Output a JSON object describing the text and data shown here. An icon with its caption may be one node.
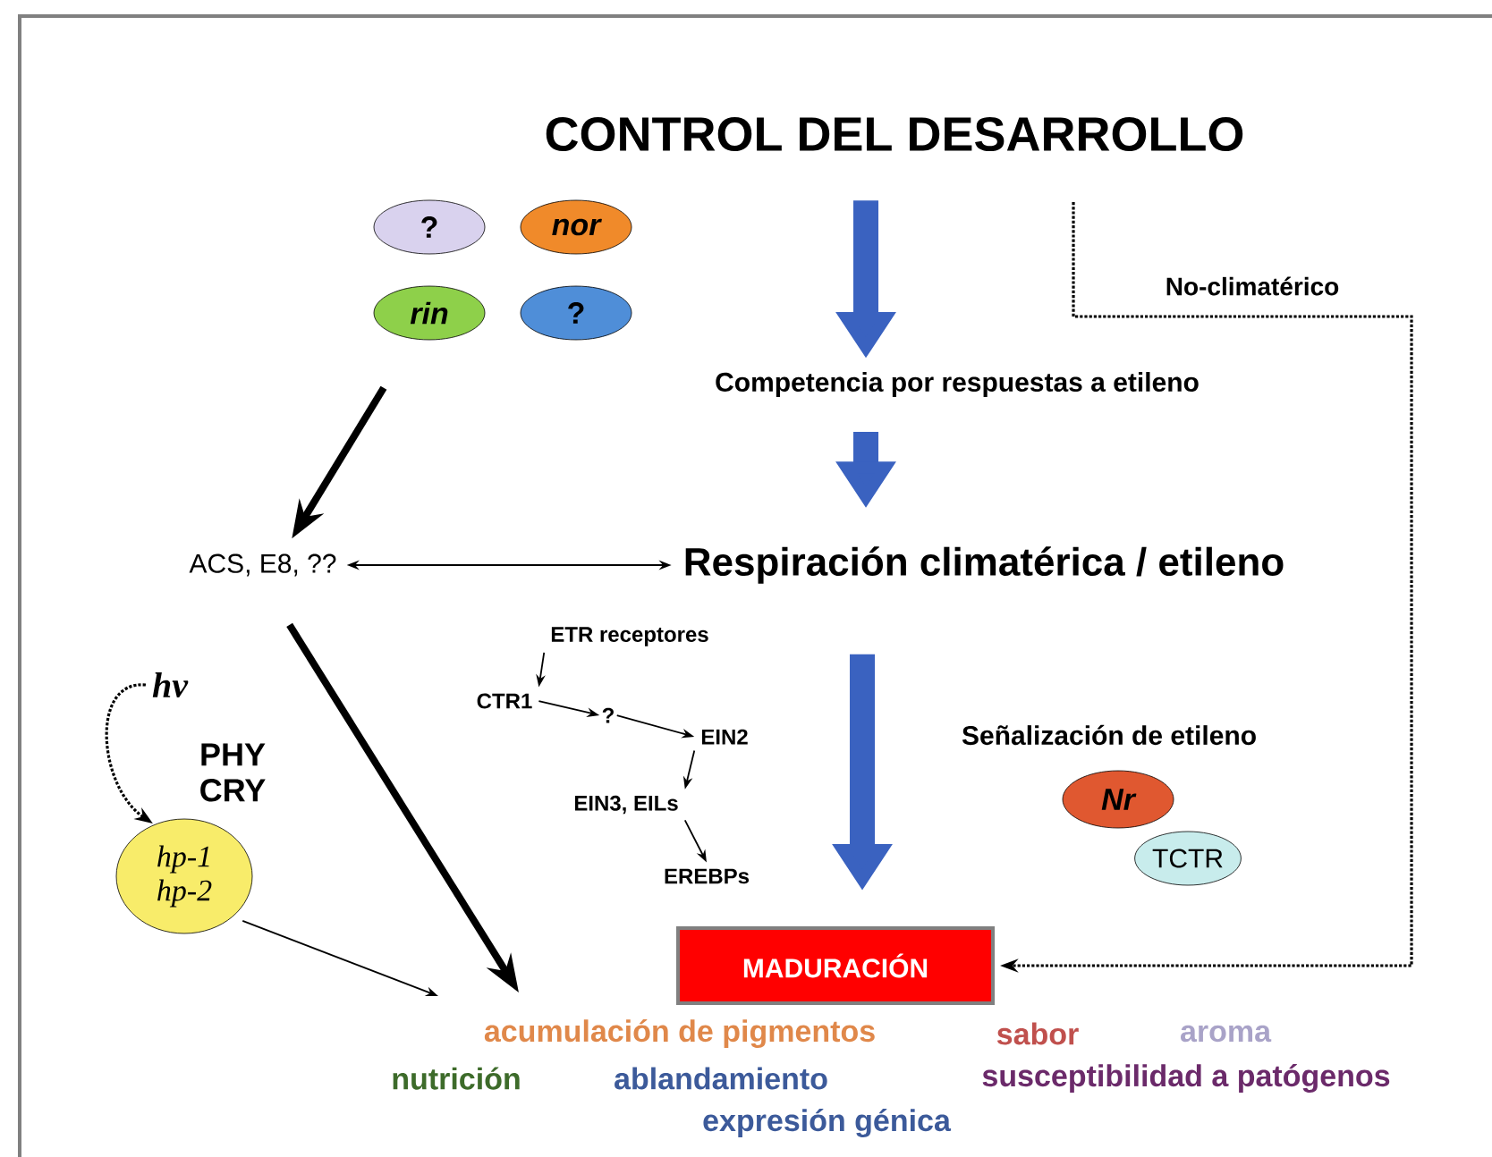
{
  "diagram": {
    "nodes": [
      {
        "text": [
          "CONTROL DEL DESARROLLO"
        ]
      },
      {
        "text": [
          "?"
        ]
      },
      {
        "text": [
          "nor"
        ]
      },
      {
        "text": [
          "rin"
        ]
      },
      {
        "text": [
          "?"
        ]
      },
      {
        "text": [
          "Competencia por respuestas a etileno"
        ]
      },
      {
        "text": [
          "ACS, E8, ??"
        ]
      },
      {
        "text": [
          "Respiración climatérica / etileno"
        ]
      },
      {
        "text": [
          "hv"
        ]
      },
      {
        "text": [
          "ETR receptores"
        ]
      },
      {
        "text": [
          "CTR1"
        ]
      },
      {
        "text": [
          "?"
        ]
      },
      {
        "text": [
          "EIN2"
        ]
      },
      {
        "text": [
          "EIN3, EILs"
        ]
      },
      {
        "text": [
          "Nr"
        ]
      },
      {
        "text": [
          "TCTR"
        ]
      },
      {
        "text": [
          "hp-1 hp-2"
        ]
      },
      {
        "text": [
          "EREBPs"
        ]
      },
      {
        "text": [
          "MADURACIÓN"
        ]
      }
    ],
    "edges": [
      {
        "from": 0,
        "to": 5,
        "arrow": "to",
        "style": "thick",
        "color": "#3a62c0"
      },
      {
        "from": 5,
        "to": 7,
        "arrow": "to",
        "style": "thick",
        "color": "#3a62c0"
      },
      {
        "from": 7,
        "to": 18,
        "arrow": "to",
        "style": "thick",
        "color": "#3a62c0"
      },
      {
        "from": 3,
        "to": 6,
        "arrow": "to",
        "style": "thick"
      },
      {
        "from": 6,
        "to": 7,
        "arrow": "both"
      },
      {
        "from": 6,
        "to": null,
        "arrow": "to",
        "style": "thick"
      },
      {
        "from": 16,
        "to": null,
        "arrow": "to"
      },
      {
        "from": 8,
        "to": 16,
        "arrow": "to",
        "style": "dashed"
      },
      {
        "from": 9,
        "to": 10,
        "arrow": "to"
      },
      {
        "from": 10,
        "to": 11,
        "arrow": "to"
      },
      {
        "from": 11,
        "to": 12,
        "arrow": "to"
      },
      {
        "from": 12,
        "to": 13,
        "arrow": "to"
      },
      {
        "from": 13,
        "to": 17,
        "arrow": "to"
      },
      {
        "from": null,
        "to": 18,
        "arrow": "to",
        "style": "dashed",
        "label": "No-climatérico"
      }
    ],
    "labels": [
      "Señalización de etileno",
      "PHY CRY",
      "acumulación de pigmentos",
      "sabor",
      "aroma",
      "nutrición",
      "ablandamiento",
      "susceptibilidad a patógenos",
      "expresión génica"
    ]
  }
}
